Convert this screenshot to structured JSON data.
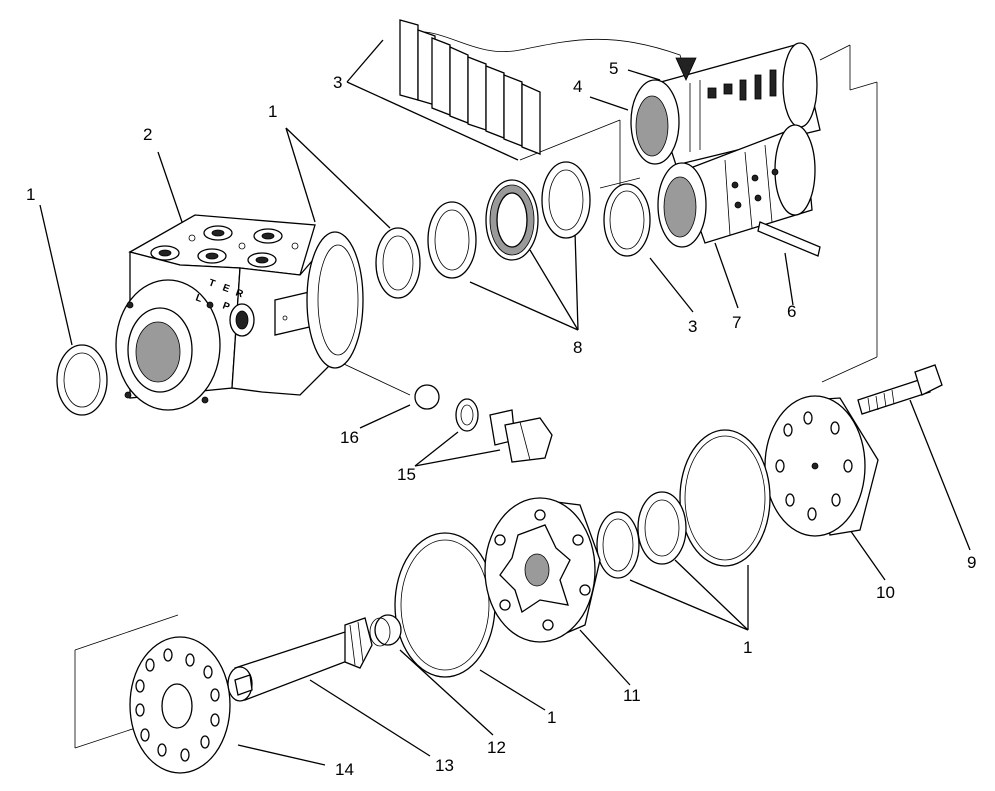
{
  "callouts": {
    "c1_left": "1",
    "c1_top": "1",
    "c1_bottom_right": "1",
    "c1_bottom": "1",
    "c2": "2",
    "c3_top": "3",
    "c3_mid": "3",
    "c4": "4",
    "c5": "5",
    "c6": "6",
    "c7": "7",
    "c8": "8",
    "c9": "9",
    "c10": "10",
    "c11": "11",
    "c12": "12",
    "c13": "13",
    "c14": "14",
    "c15": "15",
    "c16": "16"
  },
  "port_marks": [
    "T",
    "E",
    "R",
    "L",
    "P"
  ]
}
